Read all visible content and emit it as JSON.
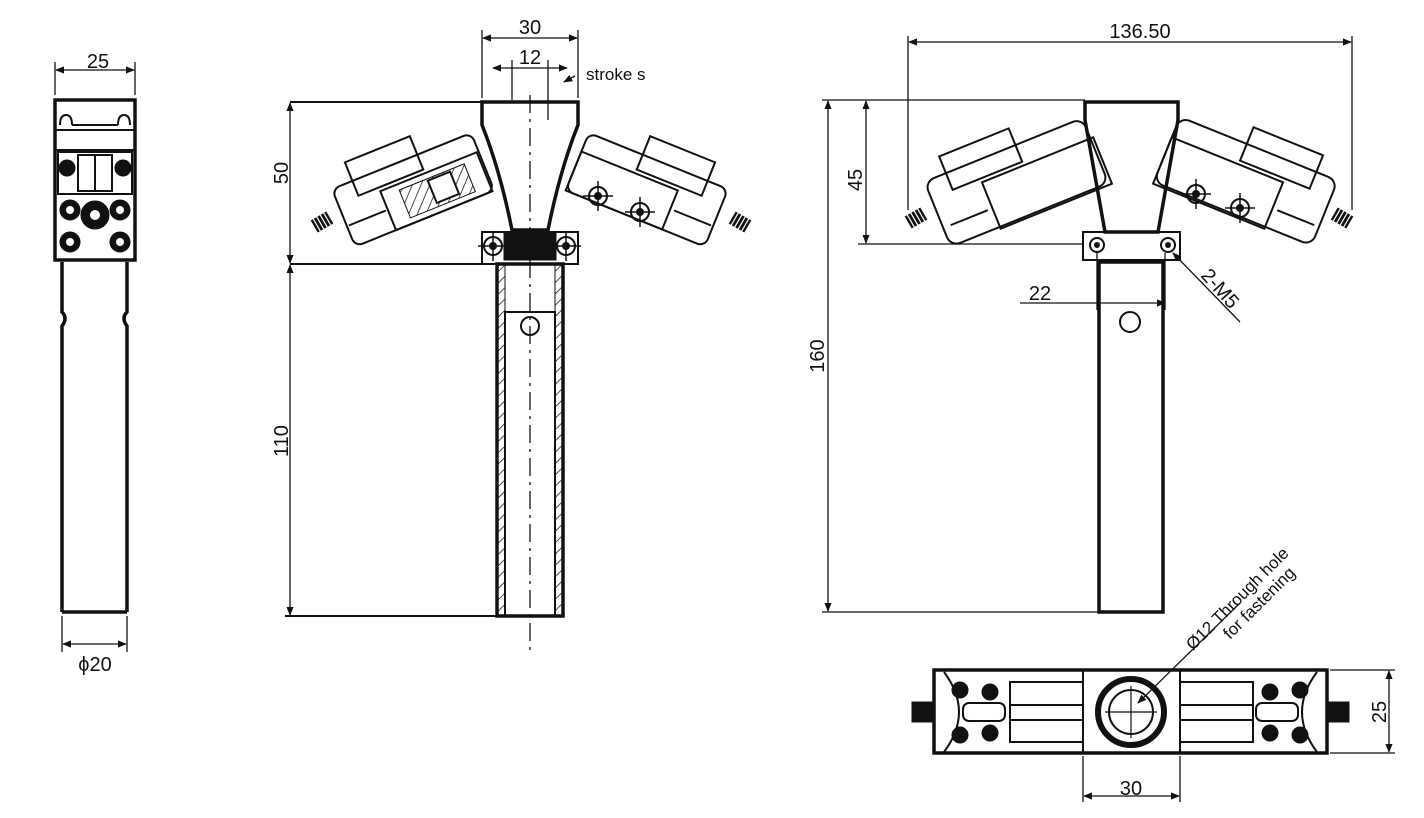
{
  "views": {
    "side": {
      "dim_width": "25",
      "dim_diameter": "ϕ20"
    },
    "front": {
      "dim_top_width": "30",
      "dim_stroke_width": "12",
      "stroke_label": "stroke s",
      "dim_head_height": "50",
      "dim_shaft_length": "110"
    },
    "open": {
      "dim_span": "136.50",
      "dim_head_height": "45",
      "dim_total_height": "160",
      "dim_hole_spacing": "22",
      "thread_label": "2-M5"
    },
    "top": {
      "hole_note_line1": "Ø12 Through hole",
      "hole_note_line2": "for fastening",
      "dim_depth": "25",
      "dim_body_width": "30"
    }
  }
}
